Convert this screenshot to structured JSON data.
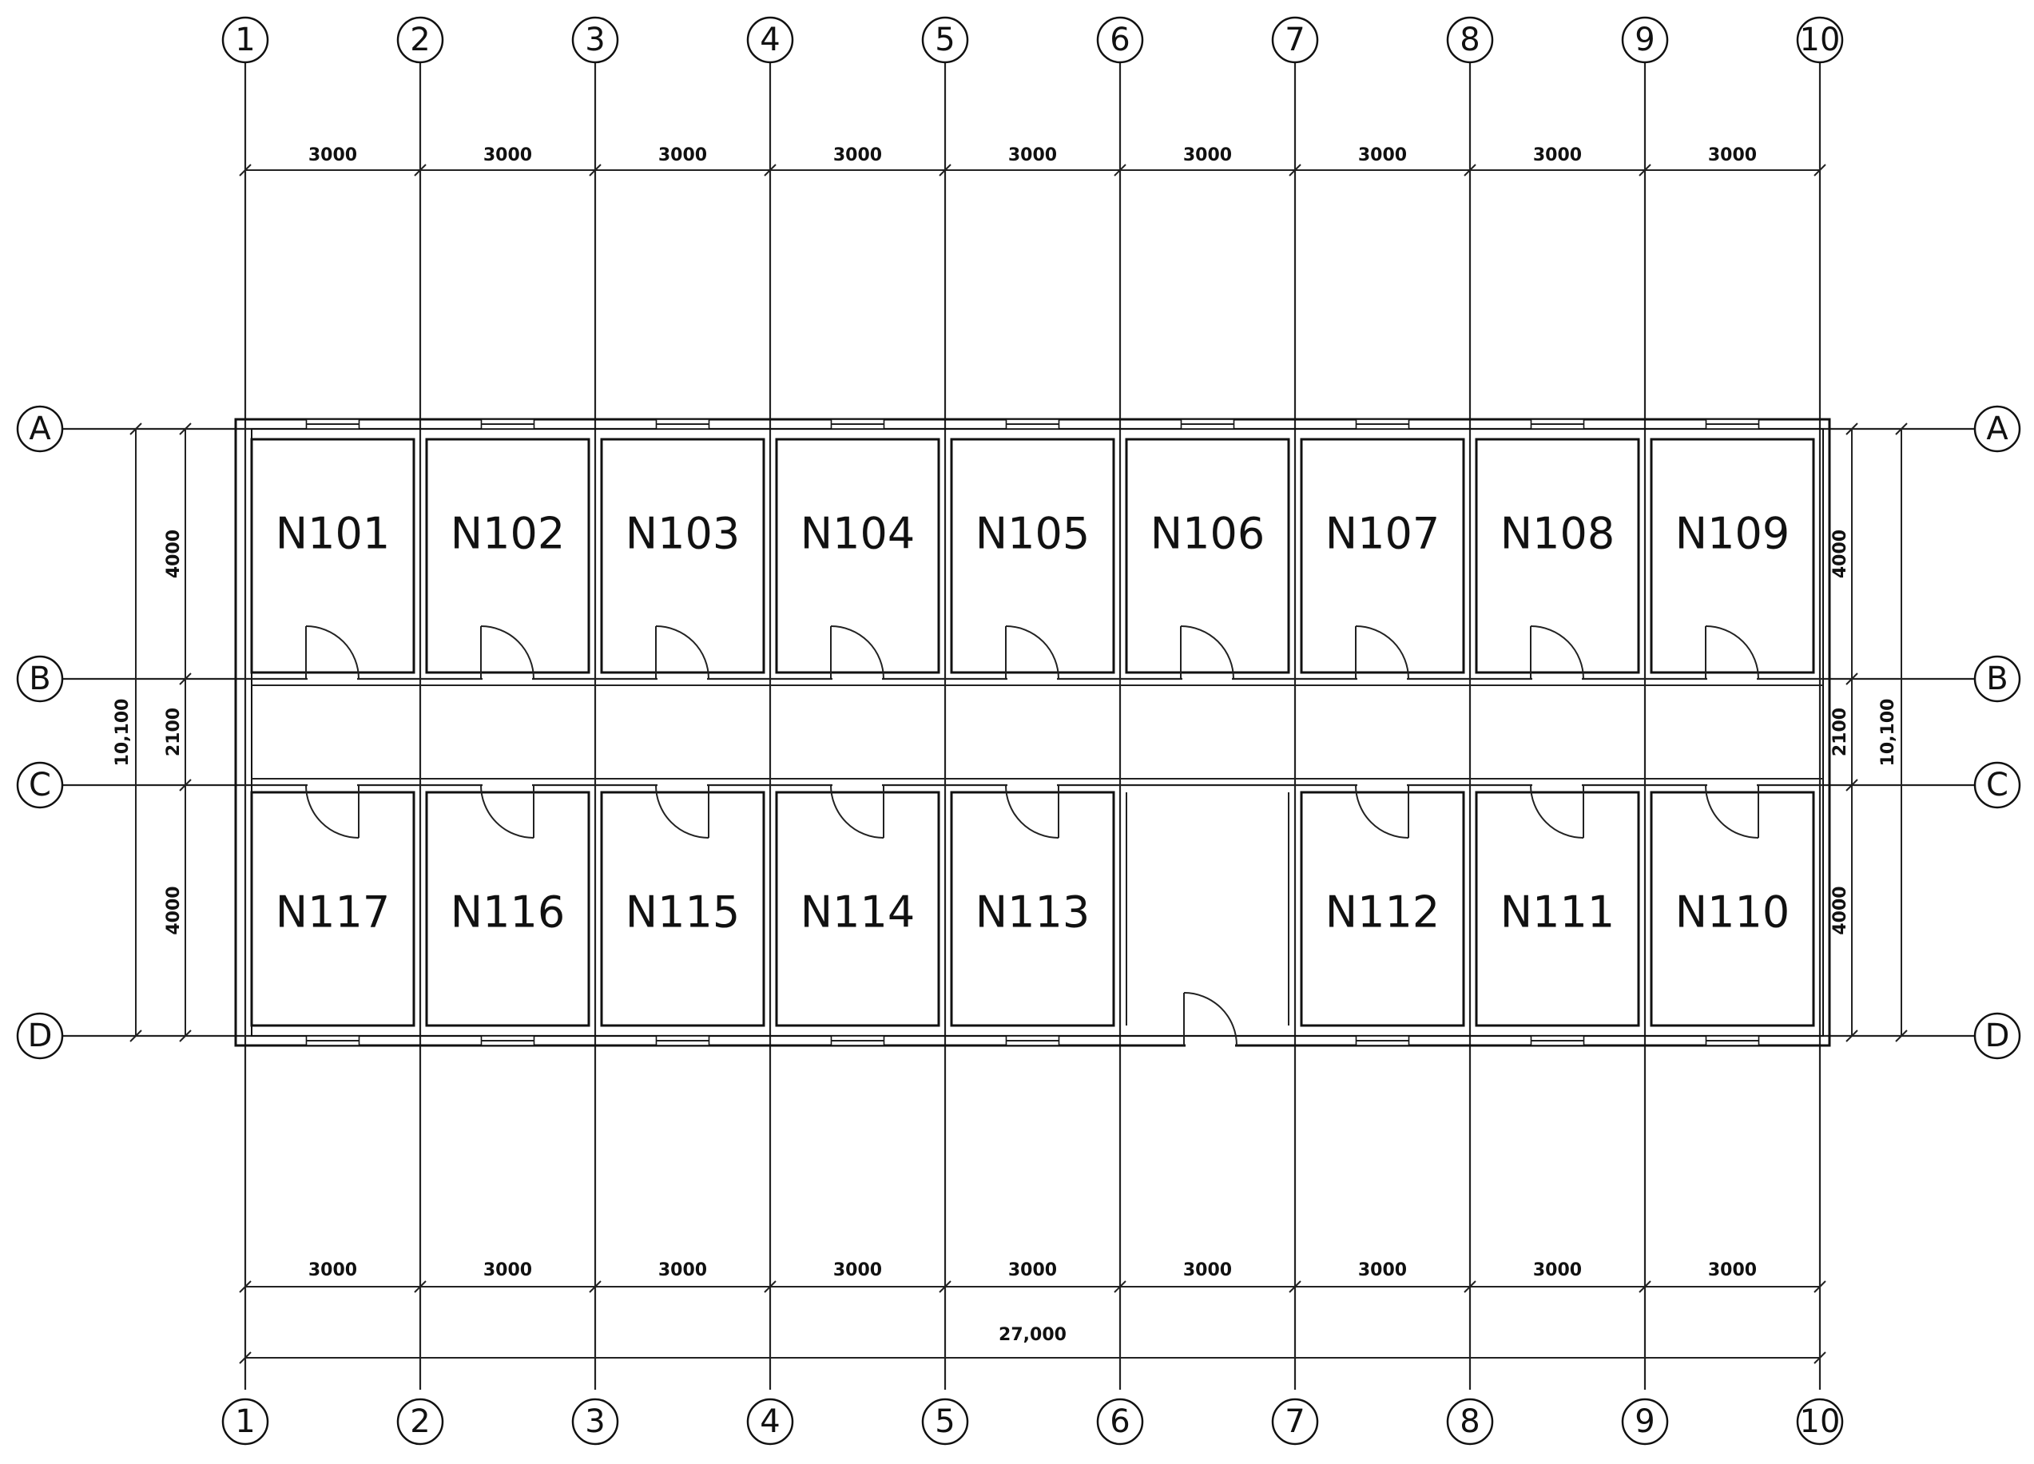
{
  "axes": {
    "columns": [
      "1",
      "2",
      "3",
      "4",
      "5",
      "6",
      "7",
      "8",
      "9",
      "10"
    ],
    "rows": [
      "A",
      "B",
      "C",
      "D"
    ]
  },
  "dimensions": {
    "top": [
      "3000",
      "3000",
      "3000",
      "3000",
      "3000",
      "3000",
      "3000",
      "3000",
      "3000"
    ],
    "bottom": [
      "3000",
      "3000",
      "3000",
      "3000",
      "3000",
      "3000",
      "3000",
      "3000",
      "3000"
    ],
    "overall_width": "27,000",
    "left": {
      "ab": "4000",
      "bc": "2100",
      "cd": "4000",
      "total": "10,100"
    },
    "right": {
      "ab": "4000",
      "bc": "2100",
      "cd": "4000",
      "total": "10,100"
    }
  },
  "rooms": {
    "north": [
      "N101",
      "N102",
      "N103",
      "N104",
      "N105",
      "N106",
      "N107",
      "N108",
      "N109"
    ],
    "south": [
      "N117",
      "N116",
      "N115",
      "N114",
      "N113",
      "",
      "N112",
      "N111",
      "N110"
    ]
  },
  "colors": {
    "line": "#111111",
    "background": "#ffffff"
  }
}
